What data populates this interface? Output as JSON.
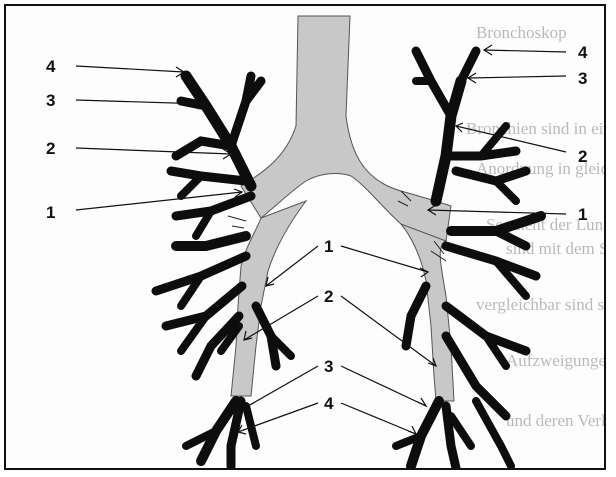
{
  "figure": {
    "label_left_4": "4",
    "label_left_3": "3",
    "label_left_2": "2",
    "label_left_1": "1",
    "label_right_4": "4",
    "label_right_3": "3",
    "label_right_2": "2",
    "label_right_1": "1",
    "label_center_1": "1",
    "label_center_2": "2",
    "label_center_3": "3",
    "label_center_4": "4"
  },
  "background_text": [
    "Bronchoskop",
    "Bronchien sind in einer",
    "Anordnung in gleicher",
    "Segment der Lunge",
    "sind mit dem Segment",
    "vergleichbar sind sowohl",
    "Aufzweigungen",
    "und deren Verlauf"
  ],
  "colors": {
    "trachea_gray": "#c8c8c8",
    "bronchus_black": "#0d0d0d",
    "line": "#111111"
  }
}
